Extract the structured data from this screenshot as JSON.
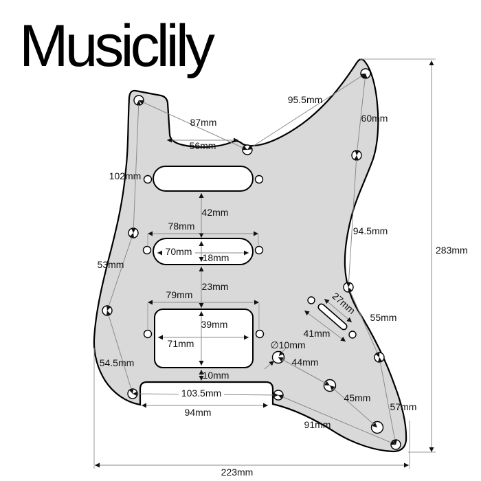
{
  "brand": {
    "name": "Musiclily"
  },
  "diagram": {
    "dims": {
      "d95_5": "95.5mm",
      "d87": "87mm",
      "d56": "56mm",
      "d60": "60mm",
      "d102": "102mm",
      "d42": "42mm",
      "d78": "78mm",
      "d70": "70mm",
      "d18": "18mm",
      "d94_5": "94.5mm",
      "d283": "283mm",
      "d53": "53mm",
      "d23": "23mm",
      "d79": "79mm",
      "d39": "39mm",
      "d27": "27mm",
      "d41": "41mm",
      "d55": "55mm",
      "d71": "71mm",
      "d10dia": "∅10mm",
      "d44": "44mm",
      "d54_5": "54.5mm",
      "d10": "10mm",
      "d103_5": "103.5mm",
      "d45": "45mm",
      "d94": "94mm",
      "d91": "91mm",
      "d57": "57mm",
      "d223": "223mm"
    },
    "colors": {
      "pickguard_fill": "#d9d9d9",
      "outline": "#000000",
      "dimension_line": "#8a8a8a",
      "text": "#111111",
      "background": "#ffffff"
    }
  }
}
